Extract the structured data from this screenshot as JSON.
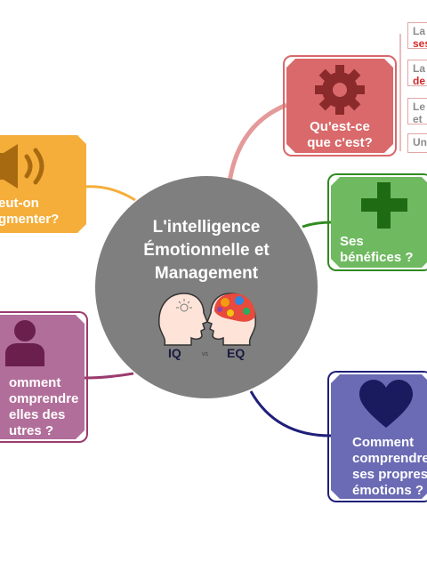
{
  "center": {
    "title": "L'intelligence\nÉmotionnelle et\nManagement",
    "iq_label": "IQ",
    "vs_label": "vs",
    "eq_label": "EQ"
  },
  "branches": {
    "what": {
      "label": "Qu'est-ce\nque c'est?",
      "icon": "gear-icon",
      "color": "#d9696a",
      "line_color": "#e49a9a"
    },
    "benefits": {
      "label": "Ses\nbénéfices ?",
      "icon": "plus-icon",
      "color": "#6fb960",
      "line_color": "#2f8a20"
    },
    "own": {
      "label": "Comment\ncomprendre\nses propres\némotions ?",
      "icon": "heart-icon",
      "color": "#6b6bb5",
      "line_color": "#1f1f7a"
    },
    "others": {
      "label": "omment\nomprendre\nelles des\nutres ?",
      "icon": "person-icon",
      "color": "#b26e9a",
      "line_color": "#9b3b6e"
    },
    "increase": {
      "label": "eut-on\ngmenter?",
      "icon": "speaker-icon",
      "color": "#f5ae3a",
      "line_color": "#f5ae3a"
    }
  },
  "leaves": [
    {
      "line1": "La",
      "line2": "ses",
      "line2_color": "red"
    },
    {
      "line1": "La",
      "line2": "de",
      "line2_color": "red"
    },
    {
      "line1": "Le",
      "line2": "et",
      "line2_color": "grey"
    },
    {
      "line1": "Un",
      "line2": "",
      "line2_color": "grey"
    }
  ]
}
